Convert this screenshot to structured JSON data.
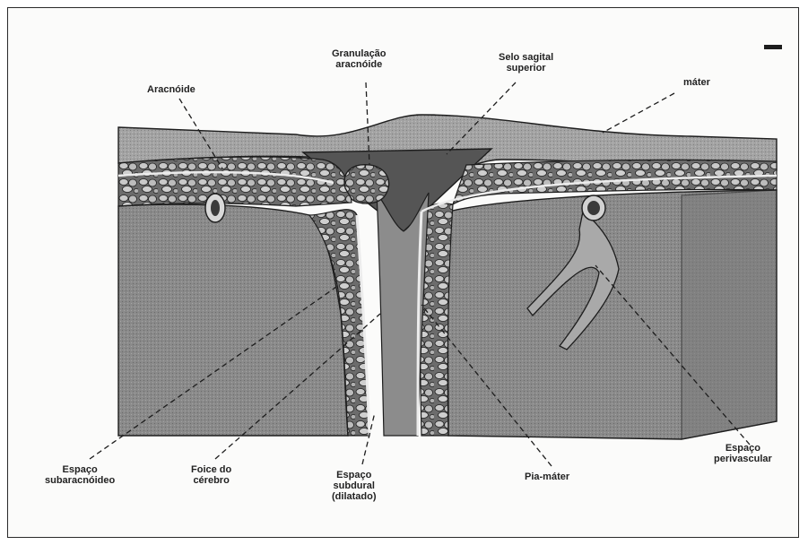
{
  "labels": {
    "aracnoide": [
      "Aracnóide"
    ],
    "granulacao": [
      "Granulação",
      "aracnóide"
    ],
    "selo": [
      "Selo sagital",
      "superior"
    ],
    "dura": [
      "máter"
    ],
    "subaracnoideo": [
      "Espaço",
      "subaracnóideo"
    ],
    "foice": [
      "Foice do",
      "cérebro"
    ],
    "subdural": [
      "Espaço",
      "subdural",
      "(dilatado)"
    ],
    "pia": [
      "Pia-máter"
    ],
    "perivascular": [
      "Espaço",
      "perivascular"
    ]
  },
  "colors": {
    "dura": "#9a9a9a",
    "tissue": "#7b7b7b",
    "tissue_dark": "#5e5e5e",
    "sinus": "#555555",
    "mesh": "#b5b5b5",
    "outline": "#1d1d1d",
    "membrane": "#ececec"
  }
}
